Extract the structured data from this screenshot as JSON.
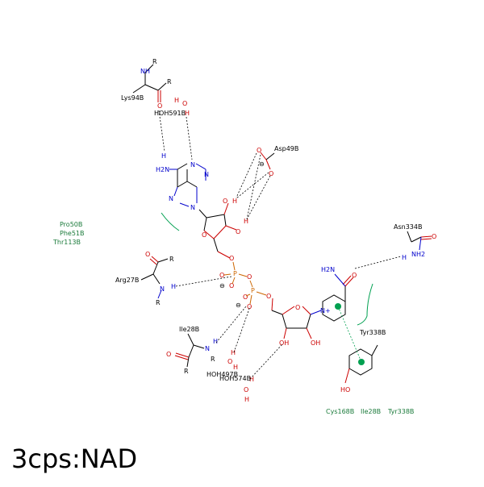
{
  "title": "3cps:NAD",
  "residues": {
    "lys94": "Lys94B",
    "hoh591": "HOH591B",
    "asp49": "Asp49B",
    "asn334": "Asn334B",
    "arg27": "Arg27B",
    "ile28": "Ile28B",
    "hoh497": "HOH497B",
    "hoh574": "HOH574B",
    "tyr338": "Tyr338B"
  },
  "hydrophobic": {
    "left": [
      "Pro50B",
      "Phe51B",
      "Thr113B"
    ],
    "bottom": [
      "Cys168B",
      "Ile28B",
      "Tyr338B"
    ]
  },
  "atoms": {
    "N": "N",
    "NH": "NH",
    "H": "H",
    "O": "O",
    "OH": "OH",
    "HO": "HO",
    "P": "P",
    "R": "R",
    "NH2": "NH2",
    "H2N": "H2N",
    "Nplus": "N+",
    "minus": "⊖"
  },
  "colors": {
    "carbon": "#000000",
    "nitrogen": "#0000cc",
    "oxygen": "#cc0000",
    "phosphorus": "#cc6600",
    "hydrophobic": "#00a050"
  }
}
